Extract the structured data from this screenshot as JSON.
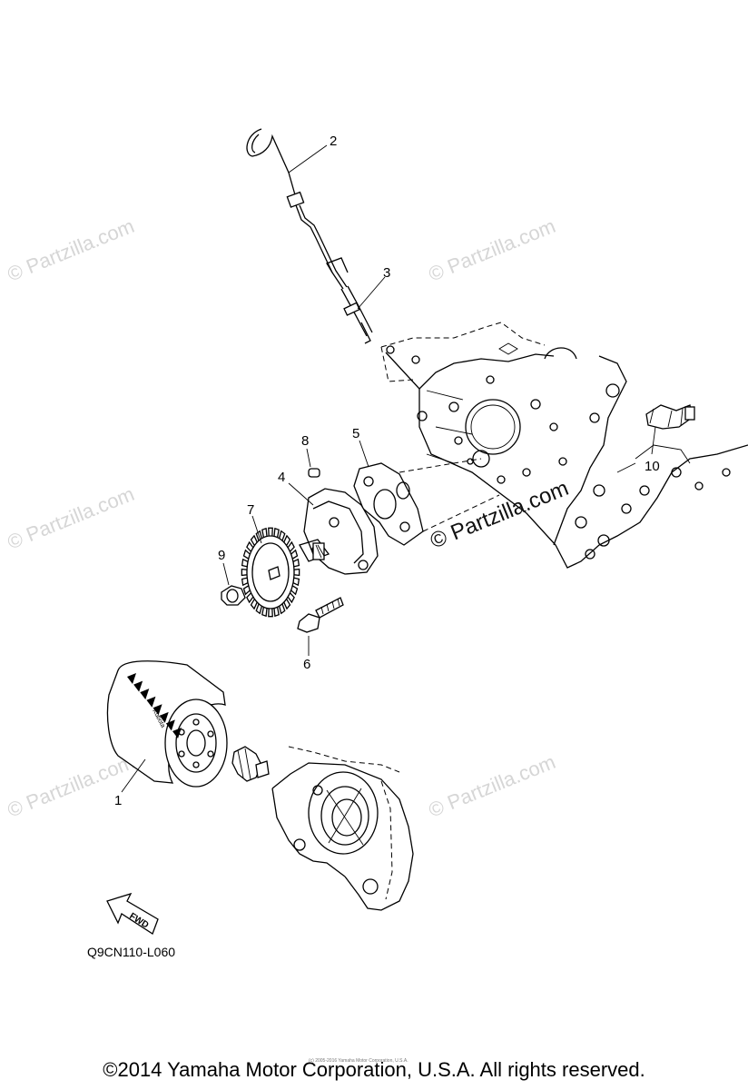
{
  "diagram": {
    "callouts": [
      {
        "id": "1",
        "label": "1"
      },
      {
        "id": "2",
        "label": "2"
      },
      {
        "id": "3",
        "label": "3"
      },
      {
        "id": "4",
        "label": "4"
      },
      {
        "id": "5",
        "label": "5"
      },
      {
        "id": "6",
        "label": "6"
      },
      {
        "id": "7",
        "label": "7"
      },
      {
        "id": "8",
        "label": "8"
      },
      {
        "id": "9",
        "label": "9"
      },
      {
        "id": "10",
        "label": "10"
      }
    ],
    "fwd_label": "FWD",
    "filter_brand": "Kubota",
    "diagram_code": "Q9CN110-L060",
    "watermark": "© Partzilla.com",
    "tiny_note": "(c) 2005-2016 Yamaha Motor Corporation, U.S.A.",
    "copyright": "©2014 Yamaha Motor Corporation, U.S.A. All rights reserved."
  }
}
